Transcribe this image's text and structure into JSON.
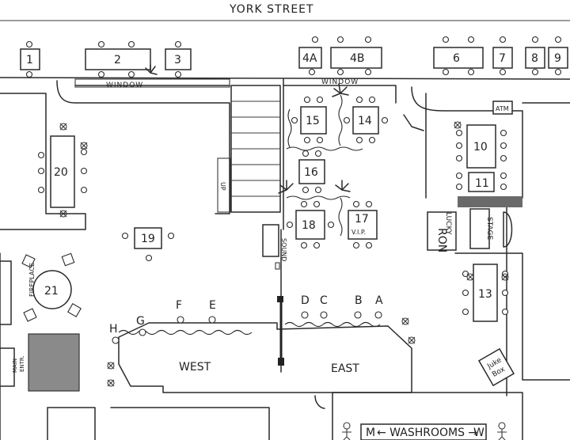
{
  "street": "YORK STREET",
  "windows": {
    "left": "WINDOW",
    "right": "WINDOW"
  },
  "tables": {
    "t1": "1",
    "t2": "2",
    "t3": "3",
    "t4a": "4A",
    "t4b": "4B",
    "t6": "6",
    "t7": "7",
    "t8": "8",
    "t9": "9",
    "t10": "10",
    "t11": "11",
    "t13": "13",
    "t14": "14",
    "t15": "15",
    "t16": "16",
    "t17": "17",
    "t17sub": "V.I.P.",
    "t18": "18",
    "t19": "19",
    "t20": "20",
    "t21": "21"
  },
  "fixtures": {
    "atm": "ATM",
    "sound": "SOUND",
    "stage": "STAGE",
    "lucky_ron_1": "LUCKY",
    "lucky_ron_2": "RON",
    "jukebox_1": "Juke",
    "jukebox_2": "Box",
    "fireplace": "FIREPLACE",
    "main_1": "MAIN",
    "main_2": "ENTR.",
    "stair_label": "UP"
  },
  "bar": {
    "west": "WEST",
    "east": "EAST"
  },
  "stools": {
    "a": "A",
    "b": "B",
    "c": "C",
    "d": "D",
    "e": "E",
    "f": "F",
    "g": "G",
    "h": "H"
  },
  "washrooms": {
    "m": "M",
    "label": "← WASHROOMS →",
    "w": "W"
  }
}
